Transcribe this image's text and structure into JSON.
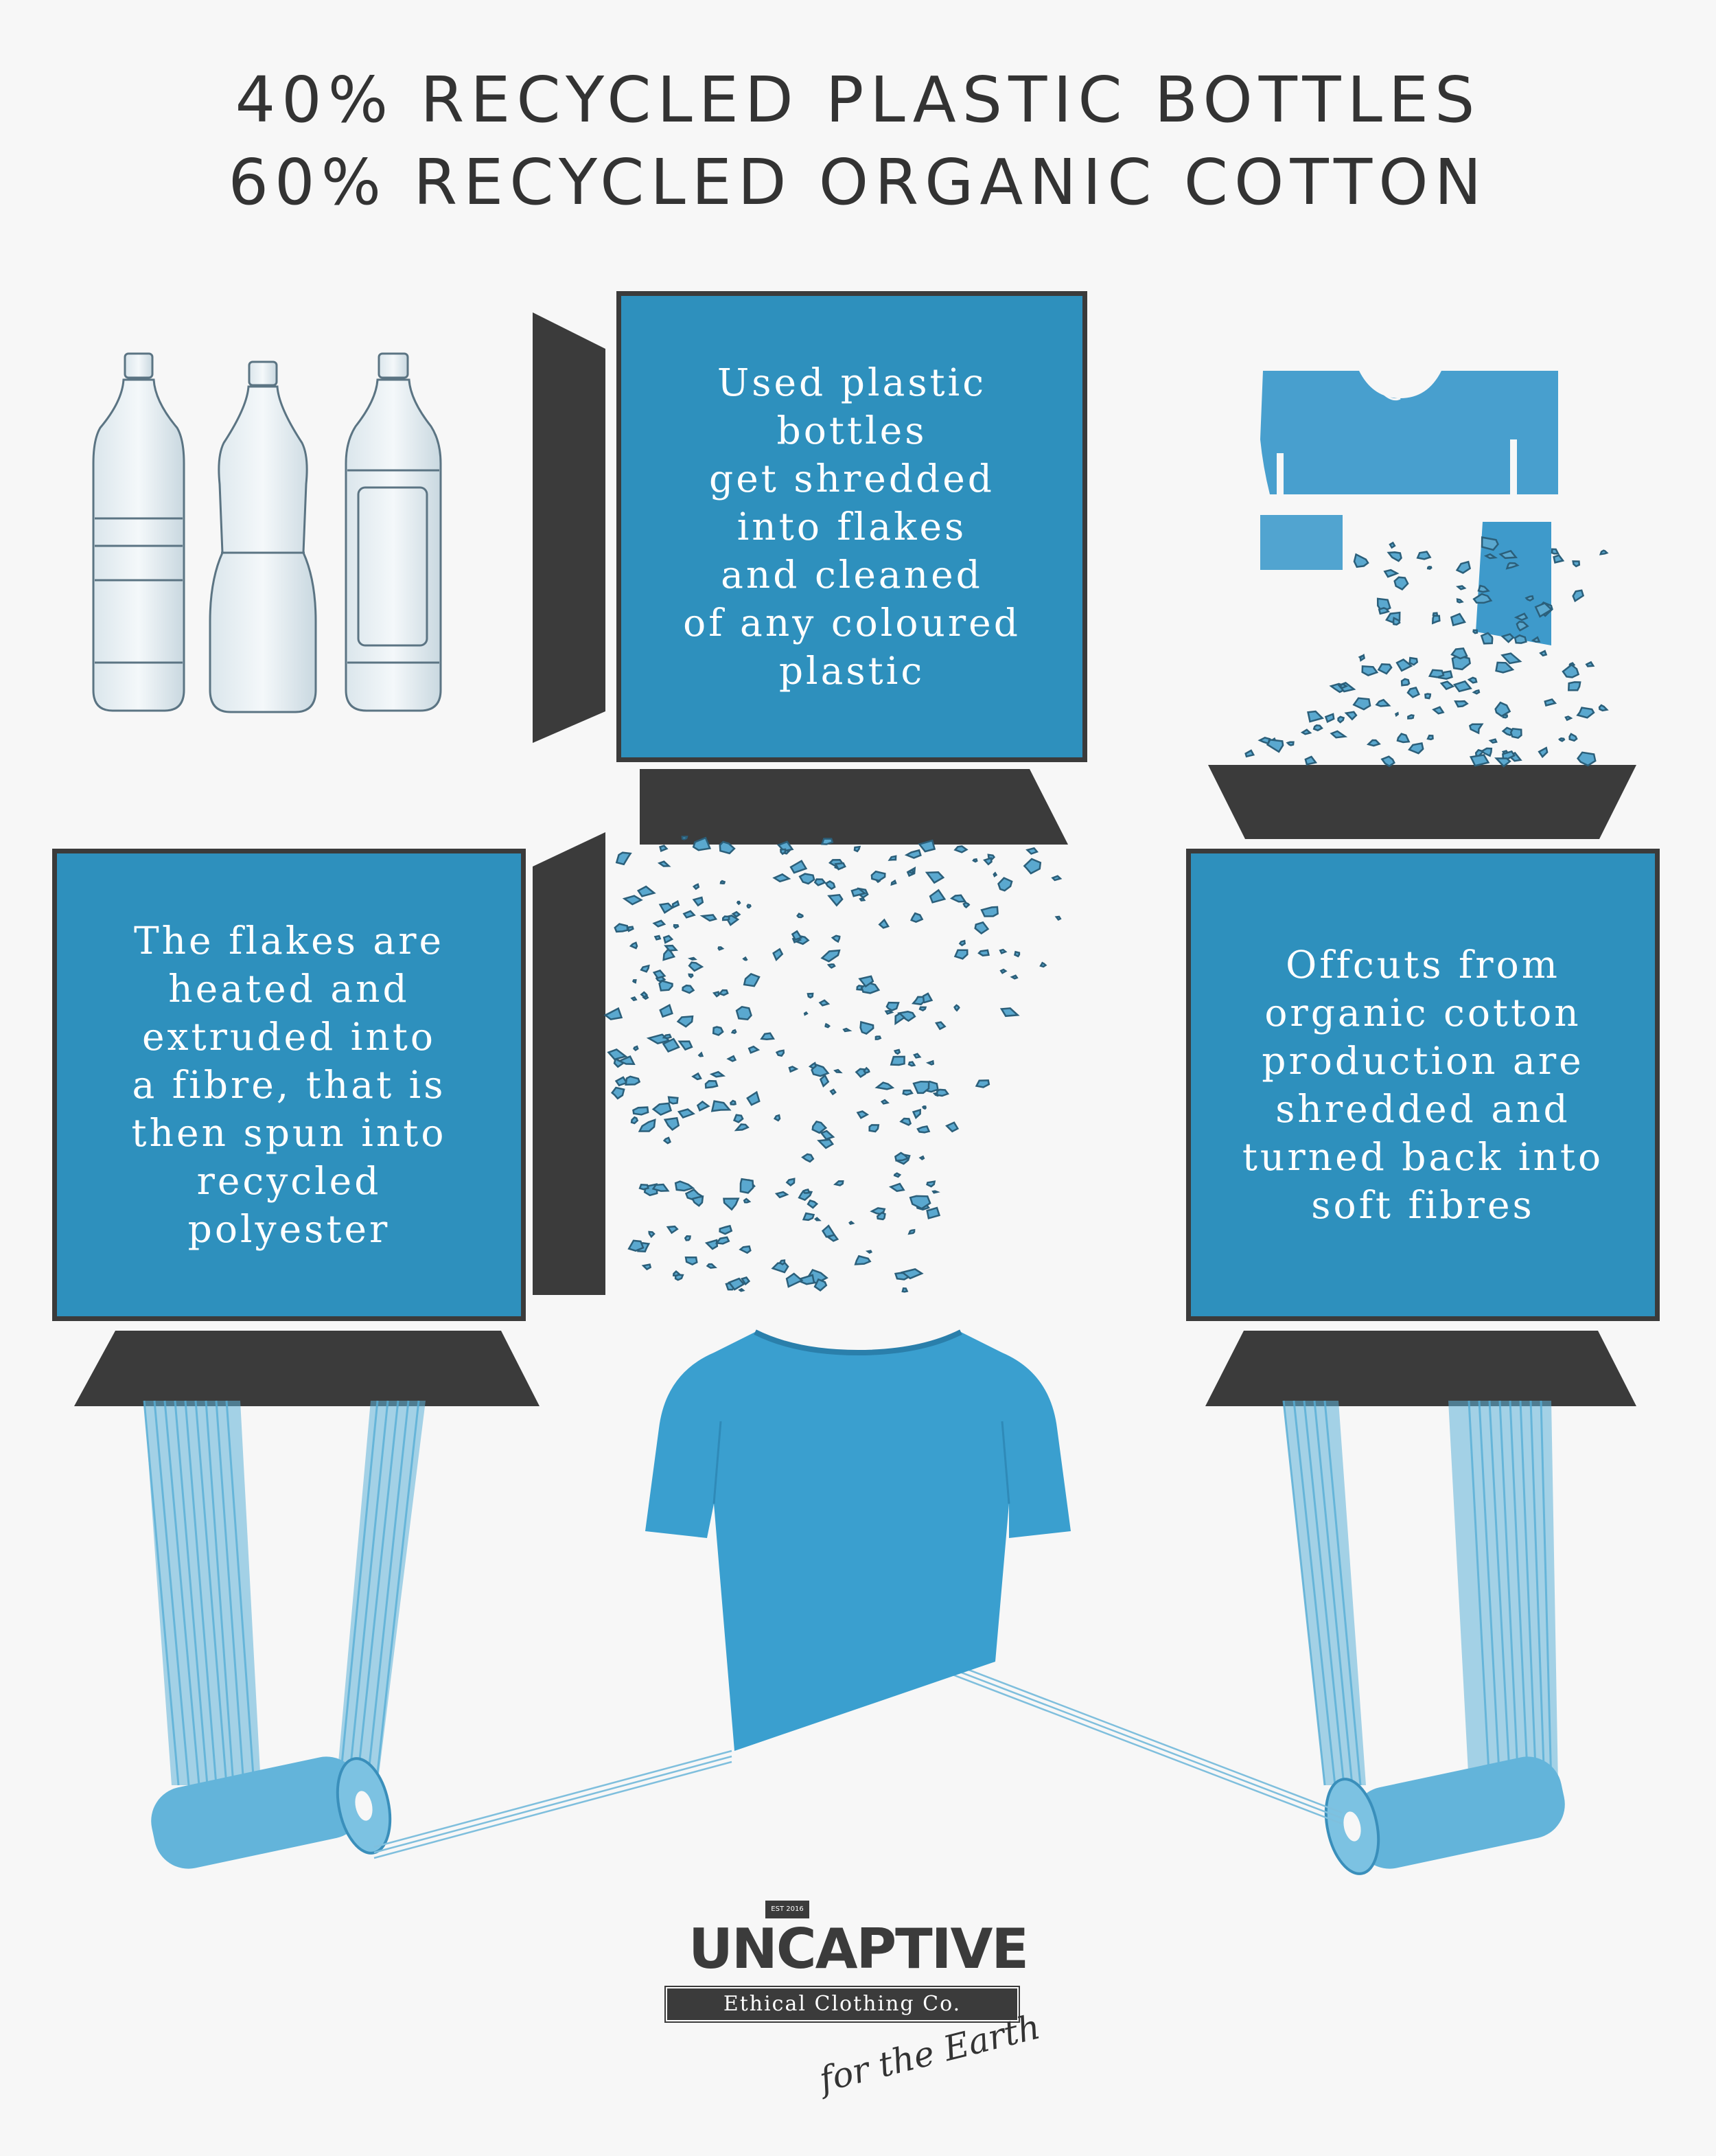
{
  "header": {
    "line1": "40% RECYCLED PLASTIC BOTTLES",
    "line2": "60% RECYCLED ORGANIC COTTON"
  },
  "steps": {
    "shred": "Used plastic\nbottles\nget shredded\ninto flakes\nand cleaned\nof any coloured\nplastic",
    "extrude": "The flakes are\nheated and\nextruded into\na fibre, that is\nthen spun into\nrecycled\npolyester",
    "offcuts": "Offcuts from\norganic cotton\nproduction are\nshredded and\nturned back into\nsoft fibres"
  },
  "logo": {
    "wordmark": "UNCAPTIVE",
    "est": "EST 2016",
    "tagline": "Ethical Clothing Co.",
    "slogan": "for the Earth"
  },
  "colors": {
    "accent": "#2e90bd",
    "dark": "#3b3b3b",
    "background": "#f7f7f7",
    "fibre": "#4fa9d3"
  }
}
